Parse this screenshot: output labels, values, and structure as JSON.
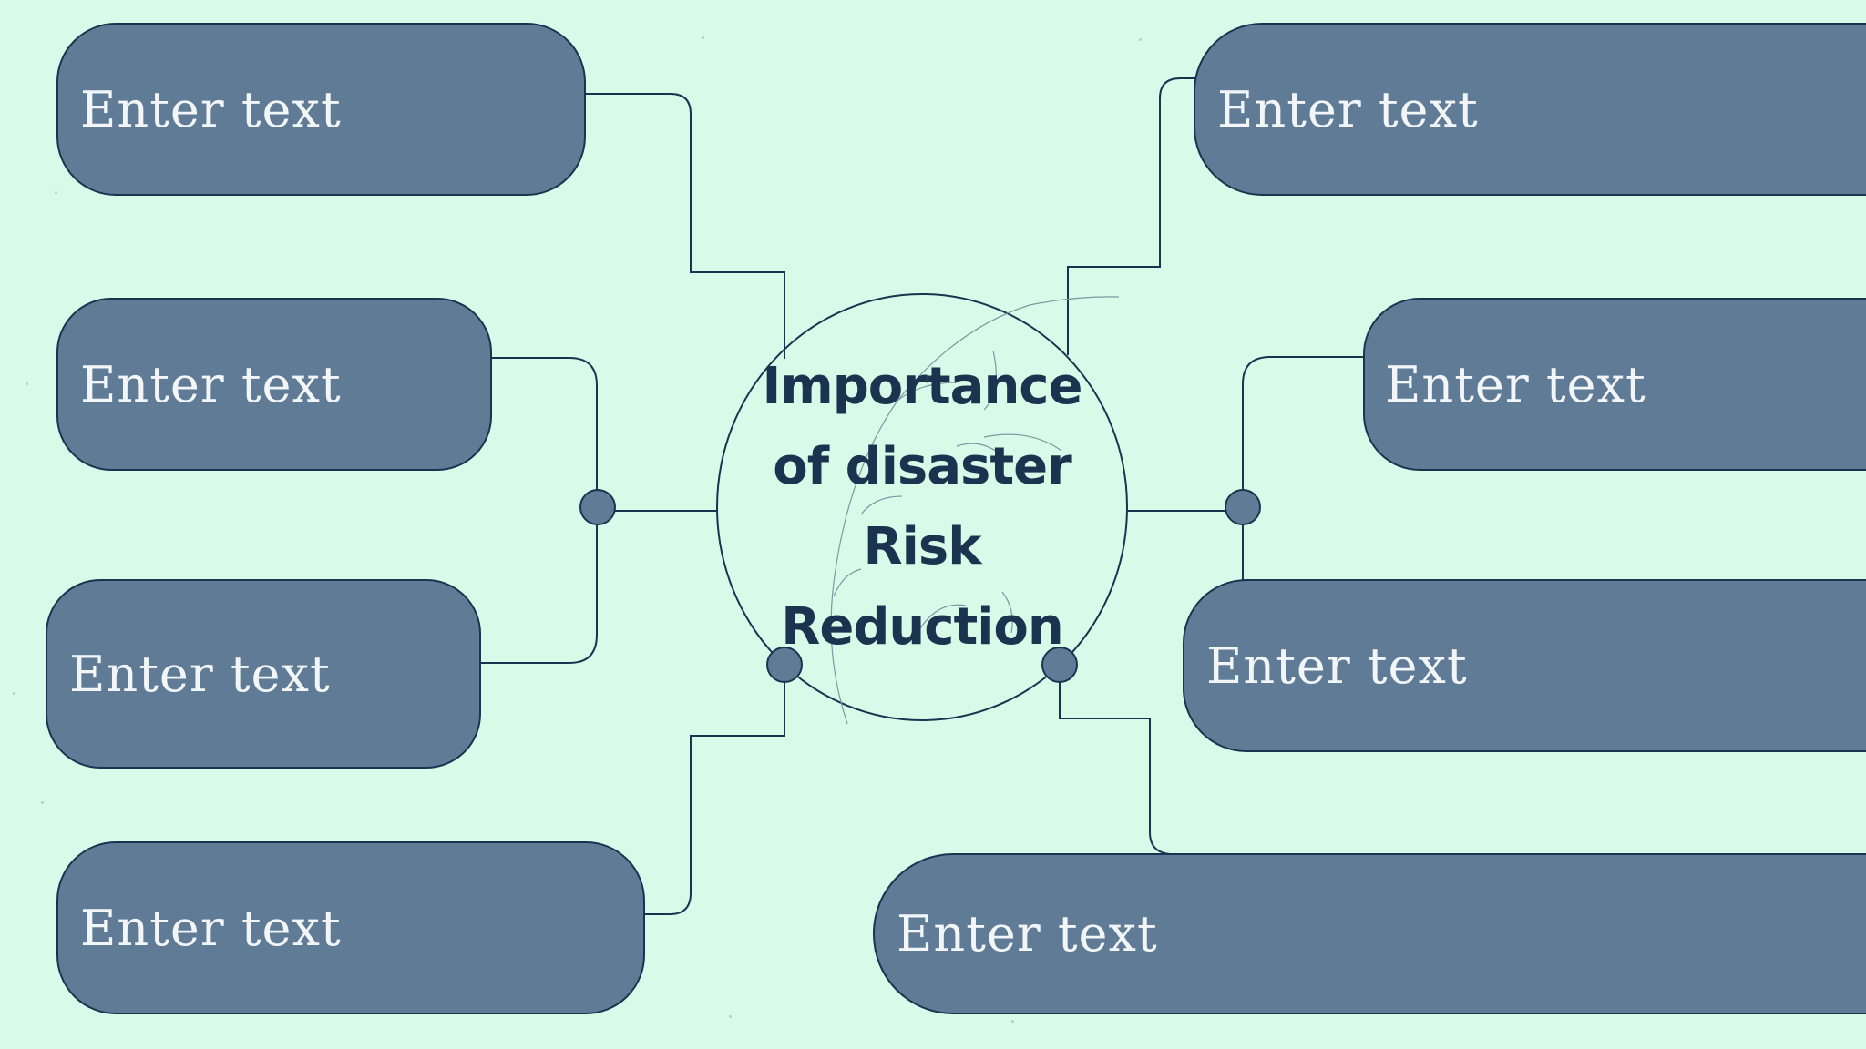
{
  "colors": {
    "background": "#d8fbe9",
    "box_fill": "#5f7b95",
    "outline": "#1c3350",
    "box_text": "#f2f6f8"
  },
  "center": {
    "title": "Importance of disaster Risk Reduction"
  },
  "boxes": [
    {
      "id": "left-1",
      "text": "Enter text"
    },
    {
      "id": "left-2",
      "text": "Enter text"
    },
    {
      "id": "left-3",
      "text": "Enter text"
    },
    {
      "id": "left-4",
      "text": "Enter text"
    },
    {
      "id": "right-1",
      "text": "Enter text"
    },
    {
      "id": "right-2",
      "text": "Enter text"
    },
    {
      "id": "right-3",
      "text": "Enter text"
    },
    {
      "id": "right-4",
      "text": "Enter text"
    }
  ]
}
